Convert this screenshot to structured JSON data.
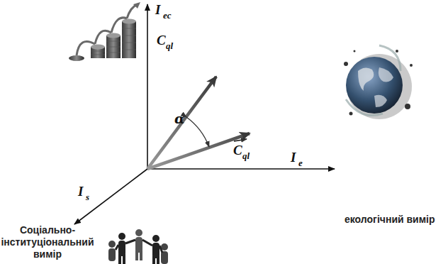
{
  "diagram": {
    "labels": [
      "I",
      "ec",
      "C",
      "ql",
      "α",
      "C",
      "ql",
      "I",
      "e",
      "I",
      "s",
      "екологічний вимір",
      "Соціально- інституціональний вимір"
    ]
  }
}
